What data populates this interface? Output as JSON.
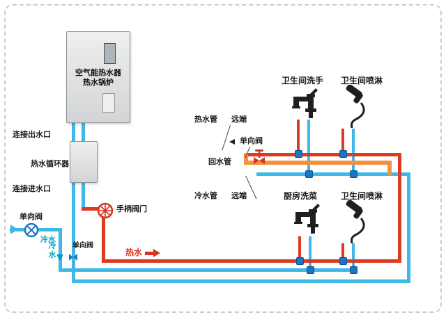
{
  "colors": {
    "hot": "#dd3a20",
    "cold": "#3cb9e8",
    "return": "#f0923f",
    "fitting": "#1b75c6",
    "teal_text": "#00a7cc",
    "box_gray": "#d2d4d6"
  },
  "equipment": {
    "heater_line1": "空气能热水器",
    "heater_line2": "热水锅炉",
    "circulator": "热水循环器"
  },
  "ports": {
    "outlet": "连接出水口",
    "inlet": "连接进水口"
  },
  "valves": {
    "check_left": "单向阀",
    "check_mid": "单向阀",
    "check_top": "单向阀",
    "handle": "手柄阀门"
  },
  "pipes": {
    "cold_h": "冷水",
    "cold_v": "冷水",
    "hot": "热水",
    "hot_far": "热水管",
    "hot_far_end": "远端",
    "return": "回水管",
    "cold_far": "冷水管",
    "cold_far_end": "远端"
  },
  "fixtures": {
    "sink": "卫生间洗手",
    "shower_top": "卫生间喷淋",
    "kitchen": "厨房洗菜",
    "shower_bottom": "卫生间喷淋"
  }
}
